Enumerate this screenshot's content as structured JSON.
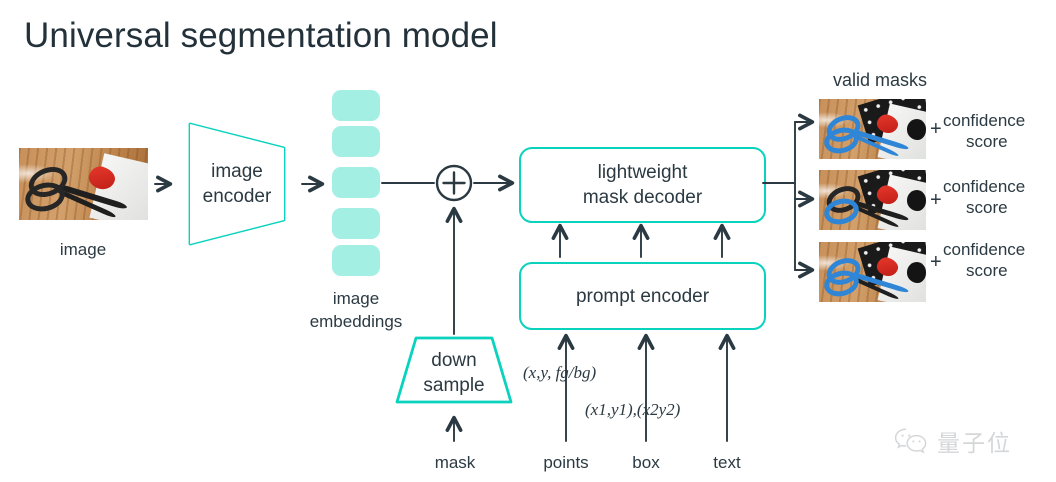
{
  "page": {
    "title": "Universal segmentation model",
    "background": "#ffffff",
    "accent_cyan": "#0ad3bd",
    "embedding_fill": "#a4efe3",
    "stroke_dark": "#2b3a42",
    "mask_highlight": "#2f86d6"
  },
  "inputs": {
    "image_caption": "image"
  },
  "encoder": {
    "label_line1": "image",
    "label_line2": "encoder"
  },
  "embeddings": {
    "caption_line1": "image",
    "caption_line2": "embeddings",
    "block_count": 5
  },
  "junction": {
    "symbol": "+",
    "name": "sum-operator"
  },
  "decoder": {
    "label_line1": "lightweight",
    "label_line2": "mask decoder"
  },
  "prompt_encoder": {
    "label": "prompt encoder"
  },
  "downsample": {
    "label_line1": "down",
    "label_line2": "sample"
  },
  "prompts": [
    {
      "name": "mask",
      "label": "mask",
      "annotation": ""
    },
    {
      "name": "points",
      "label": "points",
      "annotation": "(x,y, fg/bg)"
    },
    {
      "name": "box",
      "label": "box",
      "annotation": "(x1,y1),(x2y2)"
    },
    {
      "name": "text",
      "label": "text",
      "annotation": ""
    }
  ],
  "outputs": {
    "heading": "valid masks",
    "plus_symbol": "+",
    "items": [
      {
        "score_line1": "confidence",
        "score_line2": "score",
        "mask_variant": "full-scissors-blue"
      },
      {
        "score_line1": "confidence",
        "score_line2": "score",
        "mask_variant": "handle-blue"
      },
      {
        "score_line1": "confidence",
        "score_line2": "score",
        "mask_variant": "ring-blue"
      }
    ]
  },
  "watermark": {
    "text": "量子位"
  }
}
